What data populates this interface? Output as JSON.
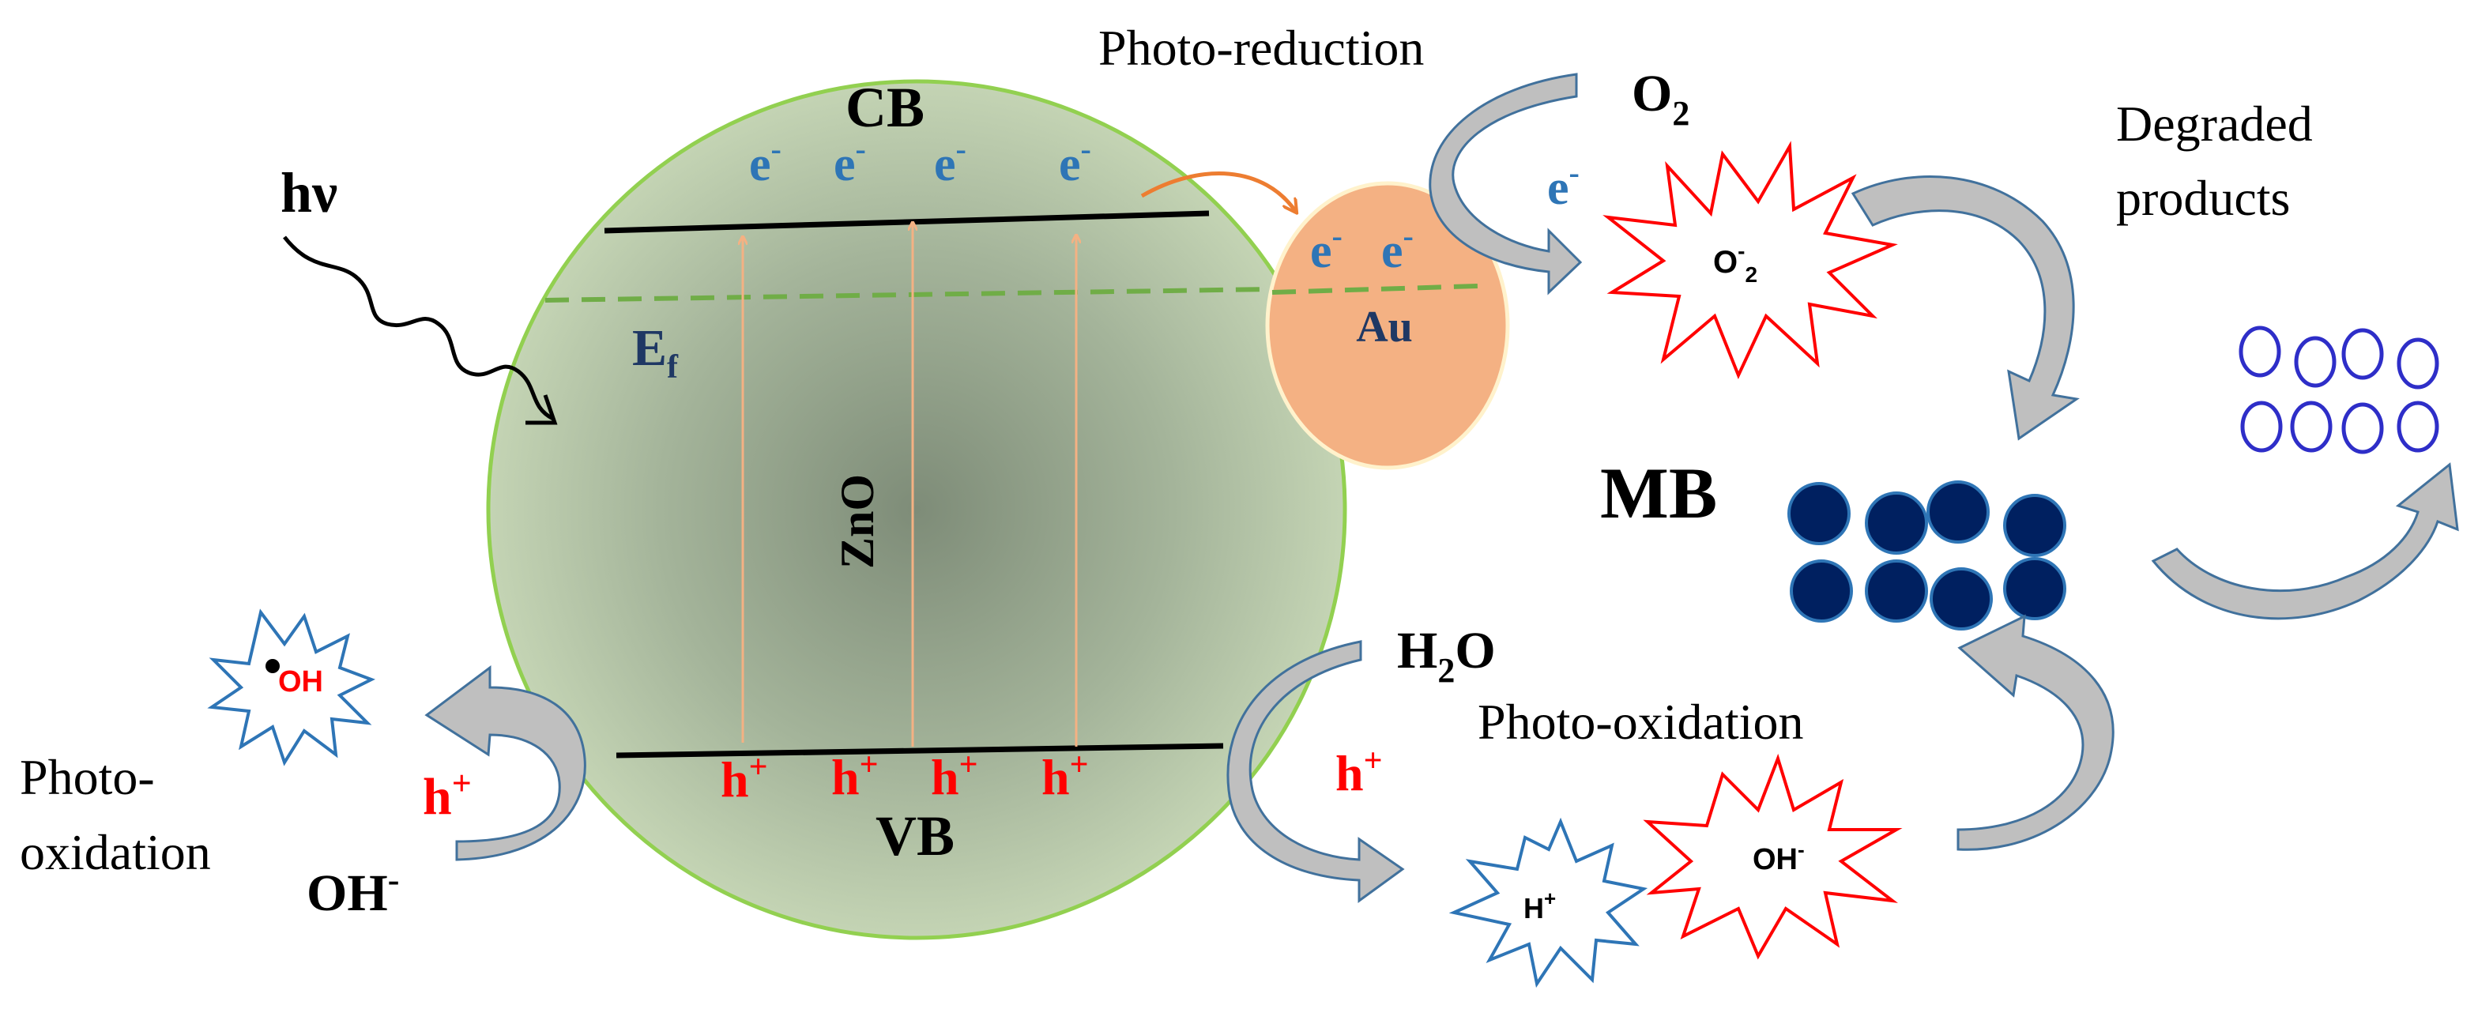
{
  "labels": {
    "hv": "hν",
    "cb": "CB",
    "vb": "VB",
    "ef": "E",
    "ef_sub": "f",
    "zno": "ZnO",
    "au": "Au",
    "electron": "e",
    "electron_sup": "-",
    "hole": "h",
    "hole_sup": "+",
    "photo_reduction": "Photo-reduction",
    "o2": "O",
    "o2_sub": "2",
    "superoxide_o": "O",
    "superoxide_sup": "-",
    "superoxide_sub": "2",
    "degraded_line1": "Degraded",
    "degraded_line2": "products",
    "mb": "MB",
    "h2o_h": "H",
    "h2o_sub": "2",
    "h2o_o": "O",
    "photo_oxidation_right": "Photo-oxidation",
    "hplus_h": "H",
    "hplus_sup": "+",
    "ohminus_oh": "OH",
    "ohminus_sup": "-",
    "photo_oxidation_left_line1": "Photo-",
    "photo_oxidation_left_line2": "oxidation",
    "hydroxyl_radical": "OH",
    "oh_minus_left": "OH",
    "oh_minus_left_sup": "-"
  },
  "colors": {
    "electron": "#2E75B6",
    "hole": "#FF0000",
    "sphere_border": "#92D050",
    "fermi": "#70AD47",
    "au_fill": "#F4B183",
    "mb_fill": "#002060",
    "degraded_outline": "#2E2EC8",
    "excitation_arrow": "#F4B183",
    "transfer_arrow": "#ED7D31",
    "curved_arrow_fill": "#BFBFBF",
    "curved_arrow_stroke": "#41719C",
    "burst_red": "#FF0000",
    "burst_blue": "#2E75B6",
    "ef_label": "#1F3864"
  }
}
